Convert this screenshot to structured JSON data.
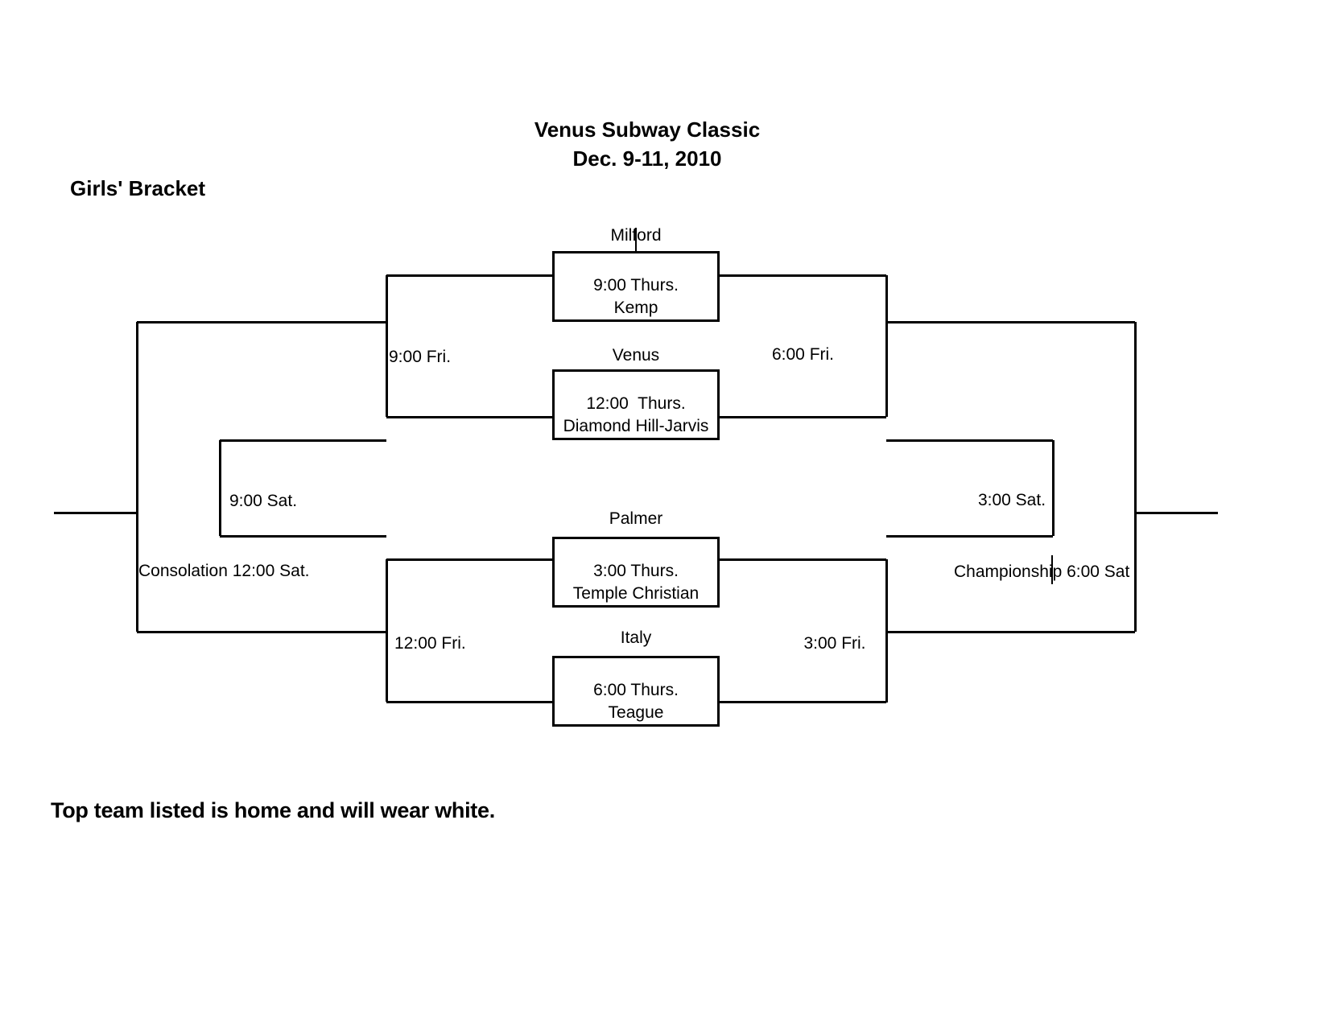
{
  "page": {
    "title_line1": "Venus Subway Classic",
    "title_line2": "Dec. 9-11, 2010",
    "bracket_label": "Girls' Bracket",
    "footer_note": "Top team listed is home and will wear white."
  },
  "games": [
    {
      "home_team": "Milford",
      "time": "9:00 Thurs.",
      "away_team": "Kemp"
    },
    {
      "home_team": "Venus",
      "time": "12:00  Thurs.",
      "away_team": "Diamond Hill-Jarvis"
    },
    {
      "home_team": "Palmer",
      "time": "3:00 Thurs.",
      "away_team": "Temple Christian"
    },
    {
      "home_team": "Italy",
      "time": "6:00 Thurs.",
      "away_team": "Teague"
    }
  ],
  "round_labels": {
    "left_fri_top": "9:00 Fri.",
    "right_fri_top": "6:00 Fri.",
    "left_fri_bottom": "12:00 Fri.",
    "right_fri_bottom": "3:00 Fri.",
    "left_sat": "9:00 Sat.",
    "right_sat": "3:00 Sat.",
    "consolation_final": "Consolation 12:00 Sat.",
    "championship_final": "Championship 6:00 Sat"
  },
  "colors": {
    "ink": "#000000",
    "background": "#ffffff"
  }
}
